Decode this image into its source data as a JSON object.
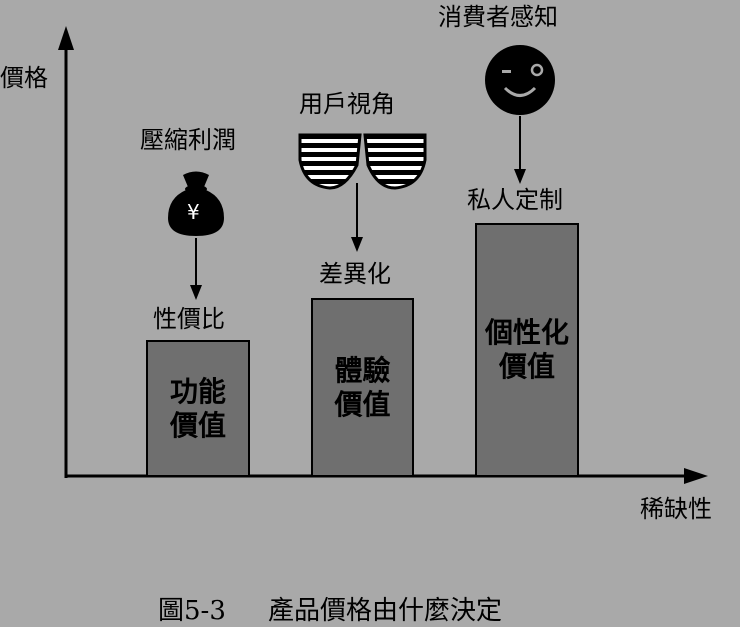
{
  "axes": {
    "y_label": "價格",
    "x_label": "稀缺性"
  },
  "columns": [
    {
      "driver_label": "壓縮利潤",
      "driver_icon": "money-bag-yen-icon",
      "icon_text": "¥",
      "top_label": "性價比",
      "bar_lines": [
        "功能",
        "價值"
      ]
    },
    {
      "driver_label": "用戶視角",
      "driver_icon": "striped-shutter-glasses-icon",
      "top_label": "差異化",
      "bar_lines": [
        "體驗",
        "價值"
      ]
    },
    {
      "driver_label": "消費者感知",
      "driver_icon": "winking-smiley-icon",
      "top_label": "私人定制",
      "bar_lines": [
        "個性化",
        "價值"
      ]
    }
  ],
  "caption": {
    "figure_no": "圖5-3",
    "text": "產品價格由什麼決定"
  },
  "colors": {
    "background": "#a9a9a9",
    "bar_fill": "#6f6f6f",
    "ink": "#000000"
  }
}
